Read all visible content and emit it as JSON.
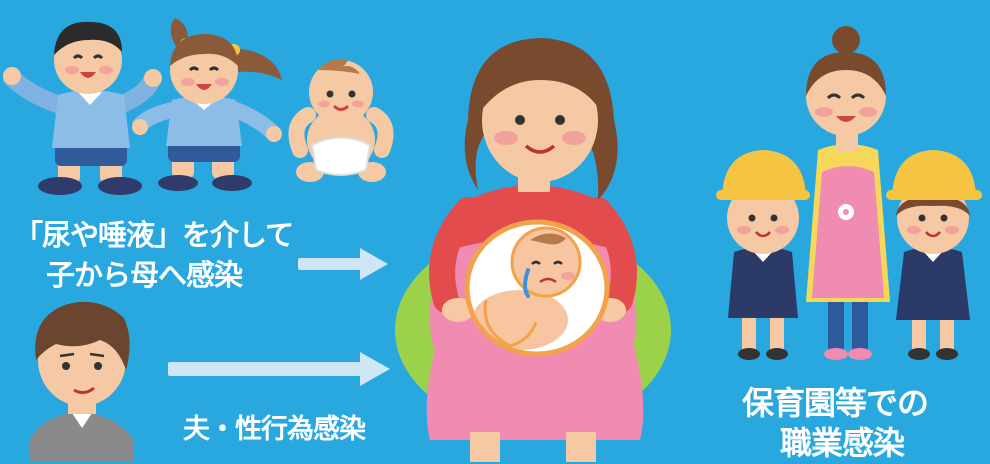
{
  "captions": {
    "children_route_line1": "「尿や唾液」を介して",
    "children_route_line2": "子から母へ感染",
    "spouse_route": "夫・性行為感染",
    "work_route_line1": "保育園等での",
    "work_route_line2": "職業感染"
  },
  "colors": {
    "background": "#29a8e0",
    "arrow": "#cfe6f7",
    "text": "#ffffff"
  },
  "illustrations": [
    "boy-toddler",
    "girl-toddler",
    "baby",
    "pregnant-mother",
    "fetus-crying",
    "husband",
    "nursery-teacher",
    "kindergarten-boy",
    "kindergarten-girl"
  ]
}
